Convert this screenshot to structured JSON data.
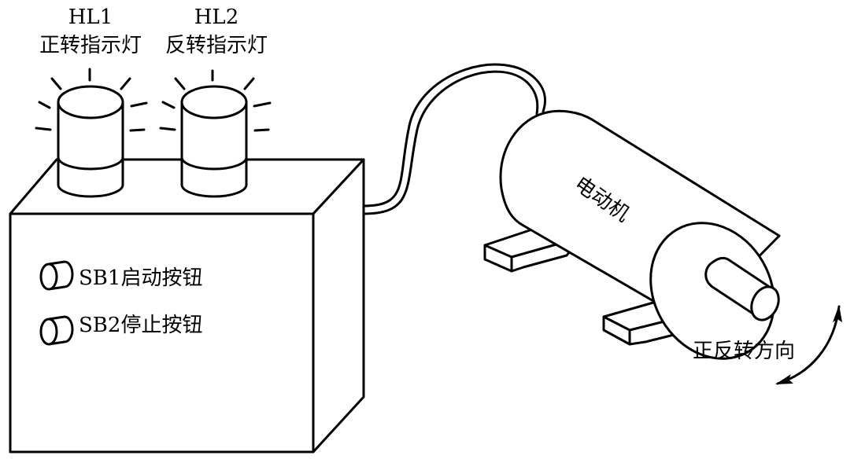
{
  "lamps": [
    {
      "id": "HL1",
      "label": "正转指示灯"
    },
    {
      "id": "HL2",
      "label": "反转指示灯"
    }
  ],
  "buttons": [
    {
      "label": "SB1启动按钮"
    },
    {
      "label": "SB2停止按钮"
    }
  ],
  "motor": {
    "label": "电动机"
  },
  "rotation": {
    "label": "正反转方向"
  }
}
